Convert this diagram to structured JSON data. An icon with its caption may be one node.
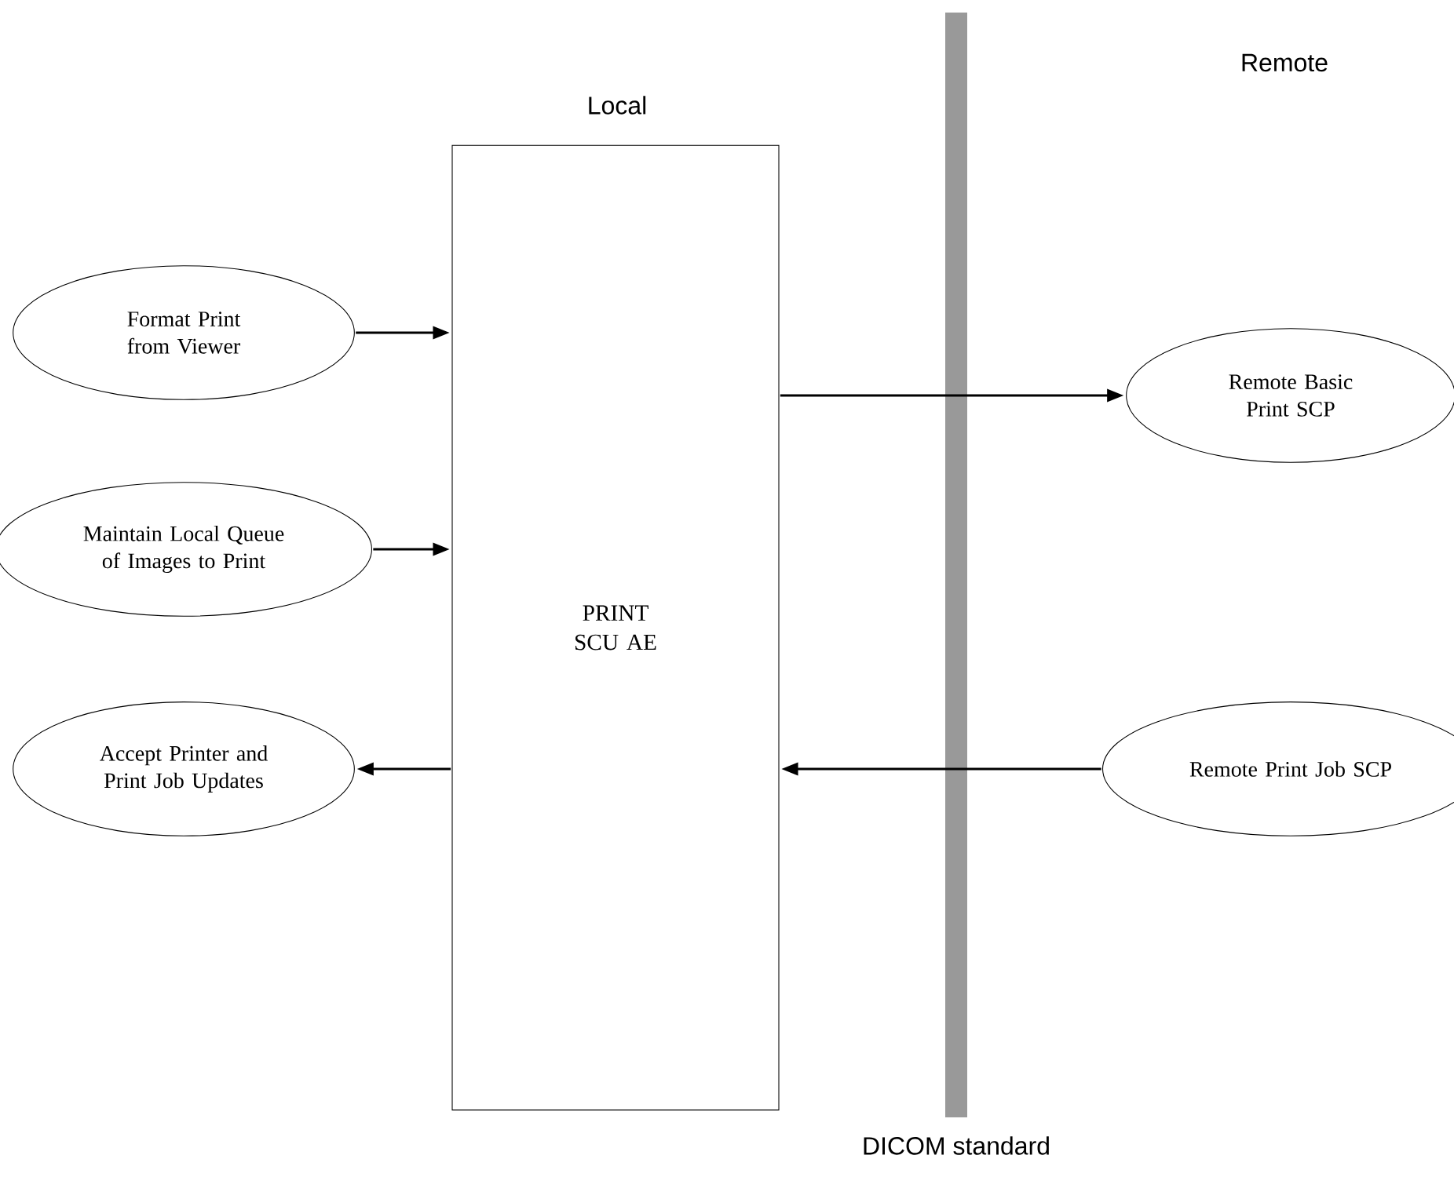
{
  "diagram": {
    "nodes": [
      {
        "text": [
          "PRINT SCU AE"
        ]
      },
      {
        "text": [
          "Format Print from Viewer"
        ]
      },
      {
        "text": [
          "Maintain Local Queue of Images to Print"
        ]
      },
      {
        "text": [
          "Accept Printer and Print Job Updates"
        ]
      },
      {
        "text": [
          "Remote Basic Print SCP"
        ]
      },
      {
        "text": [
          "Remote Print Job SCP"
        ]
      }
    ],
    "edges": [
      {
        "from": 1,
        "to": 0,
        "arrow": "to"
      },
      {
        "from": 2,
        "to": 0,
        "arrow": "to"
      },
      {
        "from": 0,
        "to": 3,
        "arrow": "to"
      },
      {
        "from": 0,
        "to": 4,
        "arrow": "to"
      },
      {
        "from": 5,
        "to": 0,
        "arrow": "to"
      }
    ],
    "labels": [
      "Local",
      "Remote",
      "DICOM standard"
    ]
  }
}
